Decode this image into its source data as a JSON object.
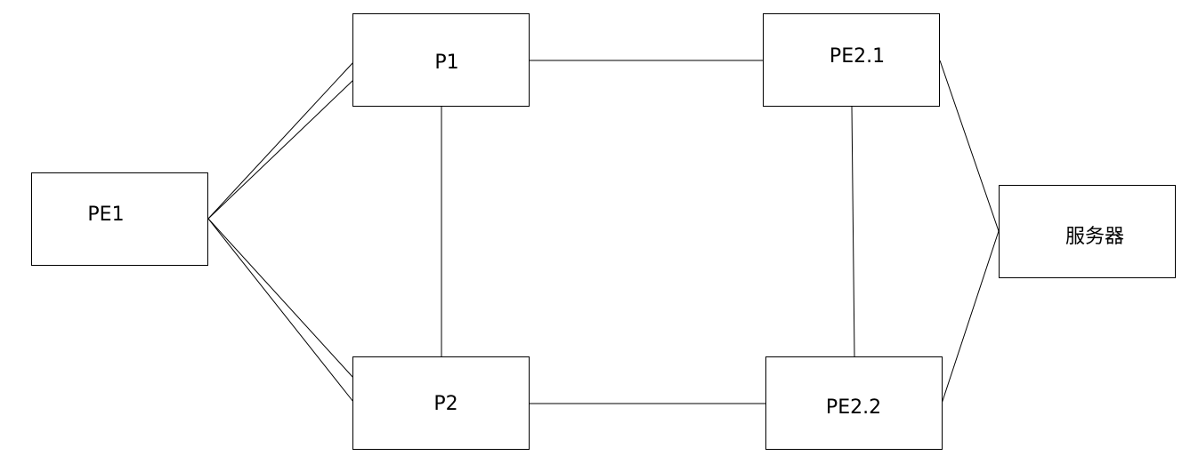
{
  "nodes": {
    "pe1": "PE1",
    "p1": "P1",
    "p2": "P2",
    "pe21": "PE2.1",
    "pe22": "PE2.2",
    "server": "服务器"
  },
  "edges": [
    {
      "from": "PE1",
      "to": "P1"
    },
    {
      "from": "PE1",
      "to": "P1"
    },
    {
      "from": "PE1",
      "to": "P2"
    },
    {
      "from": "PE1",
      "to": "P2"
    },
    {
      "from": "P1",
      "to": "P2"
    },
    {
      "from": "P1",
      "to": "PE2.1"
    },
    {
      "from": "P2",
      "to": "PE2.2"
    },
    {
      "from": "PE2.1",
      "to": "PE2.2"
    },
    {
      "from": "PE2.1",
      "to": "服务器"
    },
    {
      "from": "PE2.2",
      "to": "服务器"
    }
  ]
}
